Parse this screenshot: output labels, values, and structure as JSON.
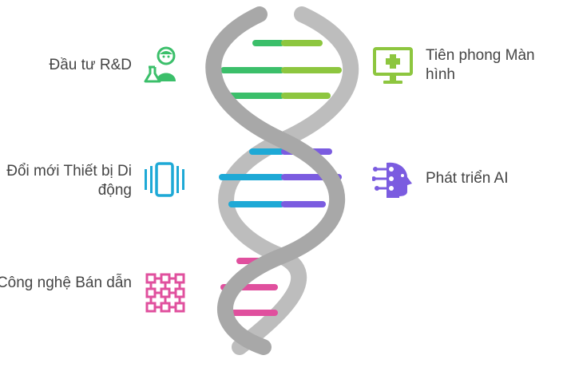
{
  "items": [
    {
      "label": "Đầu tư R&D",
      "side": "left",
      "icon": "scientist-flask-icon",
      "color": "#3bbf6a"
    },
    {
      "label": "Tiên phong Màn hình",
      "side": "right",
      "icon": "monitor-plus-icon",
      "color": "#8dc63f"
    },
    {
      "label": "Đổi mới Thiết bị Di động",
      "side": "left",
      "icon": "vibrating-phone-icon",
      "color": "#1ea9d6"
    },
    {
      "label": "Phát triển AI",
      "side": "right",
      "icon": "ai-head-icon",
      "color": "#7b5ce0"
    },
    {
      "label": "Công nghệ Bán dẫn",
      "side": "left",
      "icon": "chip-grid-icon",
      "color": "#e0509e"
    }
  ],
  "colors": {
    "helix_strand": "#a8a8a8",
    "helix_strand_back": "#bdbdbd"
  }
}
